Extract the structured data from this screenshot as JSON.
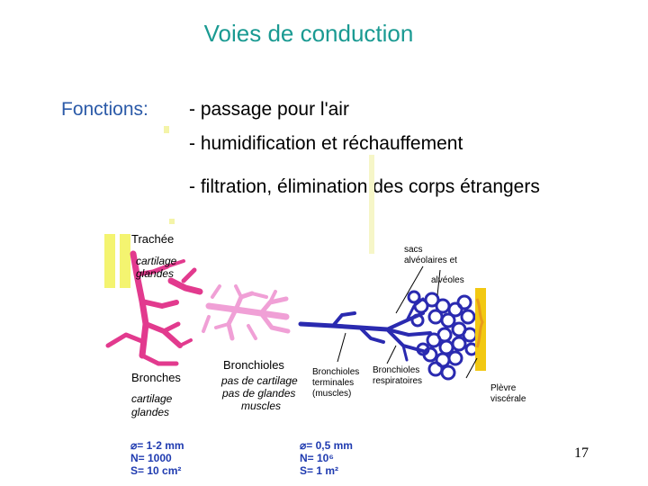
{
  "title": "Voies de conduction",
  "functions": {
    "label": "Fonctions:",
    "items": [
      "- passage pour l'air",
      "- humidification et réchauffement",
      "- filtration, élimination des corps étrangers"
    ]
  },
  "labels": {
    "trachee": "Trachée",
    "trachee_tissue_1": "cartilage",
    "trachee_tissue_2": "glandes",
    "bronches": "Bronches",
    "bronches_tissue_1": "cartilage",
    "bronches_tissue_2": "glandes",
    "bronchioles": "Bronchioles",
    "bronchioles_desc_1": "pas de cartilage",
    "bronchioles_desc_2": "pas de glandes",
    "bronchioles_desc_3": "muscles",
    "terminales_1": "Bronchioles",
    "terminales_2": "terminales",
    "terminales_3": "(muscles)",
    "respiratoires_1": "Bronchioles",
    "respiratoires_2": "respiratoires",
    "sacs_1": "sacs",
    "sacs_2": "alvéolaires et",
    "sacs_3": "alvéoles",
    "plevre_1": "Plèvre",
    "plevre_2": "viscérale"
  },
  "stats_left": {
    "diameter": "⌀= 1-2 mm",
    "count": "N= 1000",
    "surface": "S= 10 cm²"
  },
  "stats_right": {
    "diameter": "⌀= 0,5 mm",
    "count": "N= 10⁶",
    "surface": "S= 1 m²"
  },
  "page_number": "17",
  "colors": {
    "title": "#1a9a92",
    "functions_label": "#2b5aa8",
    "trachea": "#f4f470",
    "bronchi": "#e23a8e",
    "bronchioles": "#f0a0d6",
    "terminal": "#2a2ab0",
    "pleura": "#f2c812",
    "stats": "#1f3bb0"
  }
}
